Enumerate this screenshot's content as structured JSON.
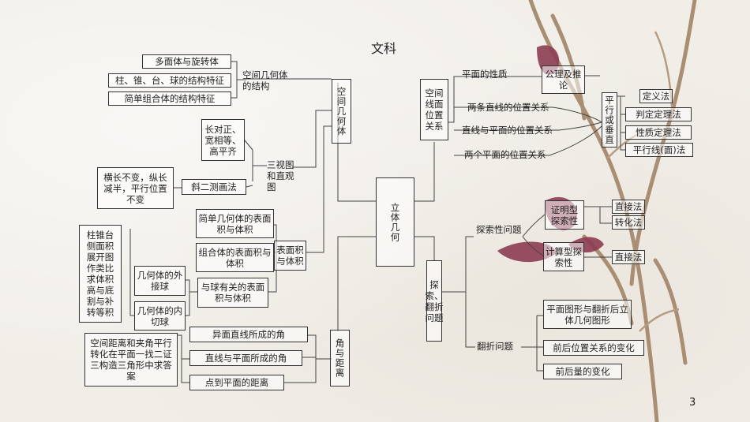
{
  "title": "文科",
  "page_number": "3",
  "center": "立体几何",
  "left": {
    "spatial_solid": {
      "label": "空间几何体",
      "group1_label": "空间几何体的结构",
      "items": [
        "多面体与旋转体",
        "柱、锥、台、球的结构特征",
        "简单组合体的结构特征"
      ]
    },
    "three_view": {
      "label": "三视图和直观图",
      "rule": "长对正、宽相等、高平齐",
      "oblique": "斜二测画法",
      "oblique_rule": "横长不变，纵长减半，平行位置不变"
    },
    "surface": {
      "label": "表面积与体积",
      "items": [
        "简单几何体的表面积与体积",
        "组合体的表面积与体积",
        "与球有关的表面积与体积"
      ],
      "sphere_out": "几何体的外接球",
      "sphere_in": "几何体的内切球",
      "side_note": "柱锥台侧面积展开图作类比求体积高与底割与补转等积"
    },
    "angle": {
      "label": "角与距离",
      "items": [
        "异面直线所成的角",
        "直线与平面所成的角",
        "点到平面的距离"
      ],
      "note": "空间距离和夹角平行转化在平面一找二证三构造三角形中求答案"
    }
  },
  "right": {
    "position": {
      "label": "空间线面位置关系",
      "items": [
        "平面的性质",
        "两条直线的位置关系",
        "直线与平面的位置关系",
        "两个平面的位置关系"
      ],
      "axiom": "公理及推论",
      "parallel_label": "平行或垂直",
      "methods": [
        "定义法",
        "判定定理法",
        "性质定理法",
        "平行线(面)法"
      ]
    },
    "explore": {
      "label": "探索、翻折问题",
      "explore_label": "探索性问题",
      "proof_type": "证明型探索性",
      "proof_methods": [
        "直接法",
        "转化法"
      ],
      "calc_type": "计算型探索性",
      "calc_methods": [
        "直接法"
      ],
      "fold_label": "翻折问题",
      "fold_items": [
        "平面图形与翻折后立体几何图形",
        "前后位置关系的变化",
        "前后量的变化"
      ]
    }
  }
}
